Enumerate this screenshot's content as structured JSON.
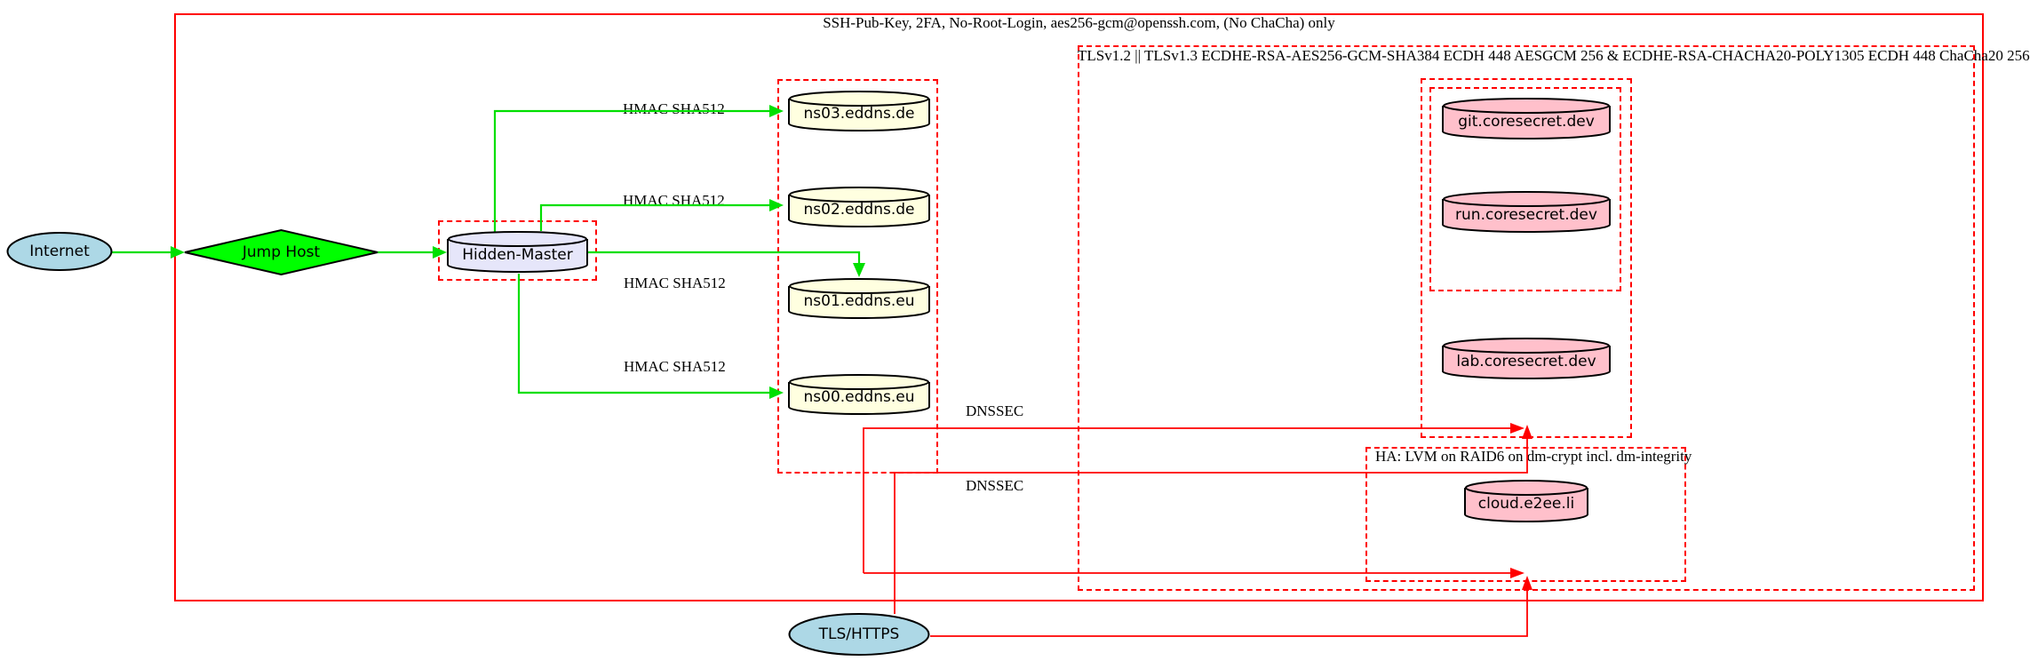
{
  "diagram": {
    "clusters": {
      "ssh_label": "SSH-Pub-Key, 2FA, No-Root-Login, aes256-gcm@openssh.com, (No ChaCha) only",
      "tls_label": "TLSv1.2 || TLSv1.3 ECDHE-RSA-AES256-GCM-SHA384 ECDH 448 AESGCM 256 & ECDHE-RSA-CHACHA20-POLY1305 ECDH 448 ChaCha20 256",
      "ha_label": "HA: LVM on RAID6 on dm-crypt incl. dm-integrity"
    },
    "nodes": {
      "internet": "Internet",
      "jump_host": "Jump Host",
      "hidden_master": "Hidden-Master",
      "ns03": "ns03.eddns.de",
      "ns02": "ns02.eddns.de",
      "ns01": "ns01.eddns.eu",
      "ns00": "ns00.eddns.eu",
      "git": "git.coresecret.dev",
      "run": "run.coresecret.dev",
      "lab": "lab.coresecret.dev",
      "cloud": "cloud.e2ee.li",
      "tls_https": "TLS/HTTPS"
    },
    "edge_labels": {
      "hmac_sha512": "HMAC SHA512",
      "dnssec": "DNSSEC"
    },
    "colors": {
      "edge_green": "#00df00",
      "edge_red": "#ff0000",
      "node_blue": "#add8e6",
      "node_green": "#00ff00",
      "node_lavender": "#e6e6fa",
      "node_lightyellow": "#ffffe0",
      "node_pink": "#ffc0cb"
    }
  }
}
